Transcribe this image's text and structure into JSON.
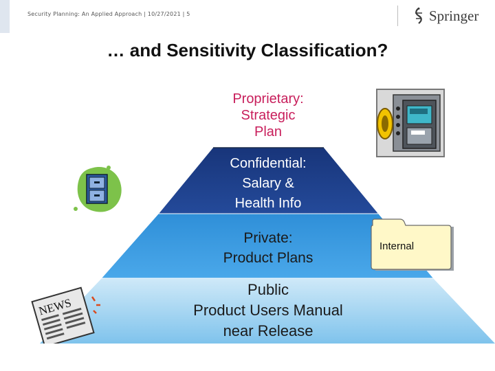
{
  "header": {
    "caption": "Security Planning: An Applied Approach | 10/27/2021 | 5",
    "logo_text": "Springer"
  },
  "slide": {
    "title": "… and Sensitivity Classification?"
  },
  "pyramid": {
    "tiers": [
      {
        "id": "proprietary",
        "lines": [
          "Proprietary:",
          "Strategic",
          "Plan"
        ],
        "color": "#c81e5b"
      },
      {
        "id": "confidential",
        "lines": [
          "Confidential:",
          "Salary &",
          "Health Info"
        ],
        "color": "#1d3f86"
      },
      {
        "id": "private",
        "lines": [
          "Private:",
          "Product Plans"
        ],
        "color": "#2f8fd8"
      },
      {
        "id": "public",
        "lines": [
          "Public",
          "Product Users Manual",
          "near Release"
        ],
        "color": "#9cd0f0"
      }
    ]
  },
  "side_items": {
    "folder_label": "Internal",
    "newspaper_word": "NEWS"
  },
  "icons": [
    "springer-logo-icon",
    "file-cabinet-icon",
    "safe-icon",
    "folder-icon",
    "newspaper-icon"
  ]
}
